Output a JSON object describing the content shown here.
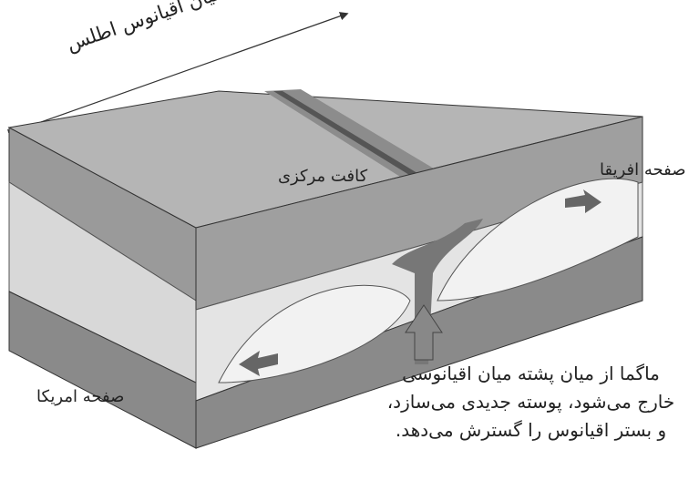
{
  "labels": {
    "ridge_title": "پشته میان اقیانوس اطلس",
    "central_rift": "کافت مرکزی",
    "africa_plate": "صفحه افریقا",
    "america_plate": "صفحه امریکا",
    "magma_caption": [
      "ماگما از میان پشته میان اقیانوسی",
      "خارج می‌شود، پوسته جدیدی می‌سازد،",
      "و بستر اقیانوس را گسترش می‌دهد."
    ]
  },
  "colors": {
    "top": "#a9a9a9",
    "dark": "#7d7d7d",
    "light": "#dcdcdc",
    "mantle": "#e9e9e9"
  }
}
